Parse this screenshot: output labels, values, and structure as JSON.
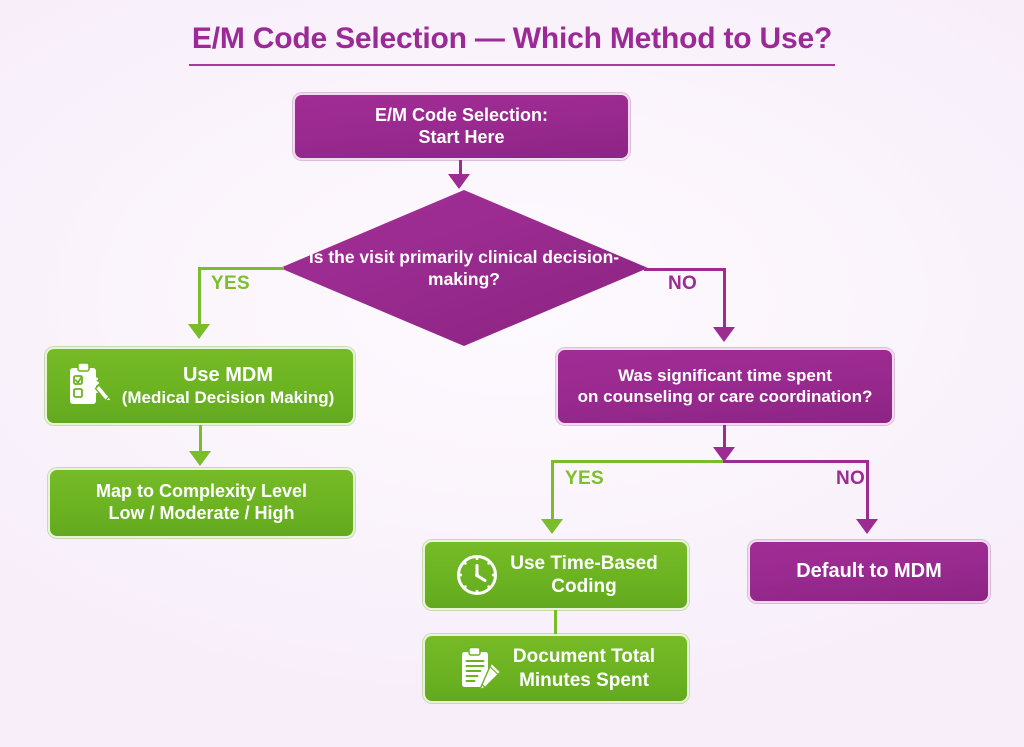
{
  "page": {
    "title": "E/M Code Selection — Which Method to Use?",
    "background_color": "#f9f2fb",
    "title_color": "#9b2a96"
  },
  "colors": {
    "purple": "#9a2a90",
    "green": "#6cb322",
    "yes_label": "#7dbf2c",
    "no_label": "#9c2b92",
    "white": "#ffffff"
  },
  "flowchart": {
    "type": "decision-flowchart",
    "nodes": {
      "start": {
        "shape": "rounded-rect",
        "color": "purple",
        "line1": "E/M Code Selection:",
        "line2": "Start Here"
      },
      "decision_mdm": {
        "shape": "diamond",
        "color": "purple",
        "line1": "Is the visit primarily",
        "line2": "clinical decision-making?"
      },
      "use_mdm": {
        "shape": "rounded-rect",
        "color": "green",
        "icon": "clipboard-checklist-icon",
        "line1": "Use MDM",
        "line2": "(Medical Decision Making)"
      },
      "map_complexity": {
        "shape": "rounded-rect",
        "color": "green",
        "line1": "Map to Complexity Level",
        "line2": "Low / Moderate / High"
      },
      "decision_time": {
        "shape": "rounded-rect",
        "color": "purple",
        "line1": "Was significant time spent",
        "line2": "on counseling or care coordination?"
      },
      "time_based_coding": {
        "shape": "rounded-rect",
        "color": "green",
        "icon": "clock-icon",
        "line1": "Use Time-Based",
        "line2": "Coding"
      },
      "document_minutes": {
        "shape": "rounded-rect",
        "color": "green",
        "icon": "document-pencil-icon",
        "line1": "Document Total",
        "line2": "Minutes Spent"
      },
      "default_mdm": {
        "shape": "rounded-rect",
        "color": "purple",
        "line1": "Default to MDM"
      }
    },
    "branch_labels": {
      "decision_mdm_yes": "YES",
      "decision_mdm_no": "NO",
      "decision_time_yes": "YES",
      "decision_time_no": "NO"
    },
    "edges": [
      {
        "from": "start",
        "to": "decision_mdm",
        "label": ""
      },
      {
        "from": "decision_mdm",
        "to": "use_mdm",
        "label": "YES"
      },
      {
        "from": "decision_mdm",
        "to": "decision_time",
        "label": "NO"
      },
      {
        "from": "use_mdm",
        "to": "map_complexity",
        "label": ""
      },
      {
        "from": "decision_time",
        "to": "time_based_coding",
        "label": "YES"
      },
      {
        "from": "decision_time",
        "to": "default_mdm",
        "label": "NO"
      },
      {
        "from": "time_based_coding",
        "to": "document_minutes",
        "label": ""
      }
    ]
  }
}
